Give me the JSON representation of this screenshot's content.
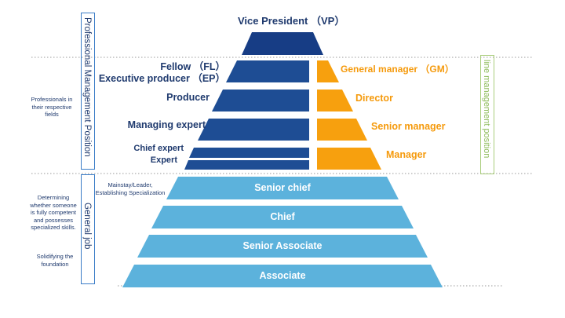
{
  "vp": "Vice President （VP）",
  "professional": {
    "fellow": "Fellow （FL）",
    "executive_producer": "Executive producer （EP）",
    "producer": "Producer",
    "managing_expert": "Managing expert",
    "chief_expert": "Chief expert",
    "expert": "Expert"
  },
  "line_mgmt": {
    "general_manager": "General manager （GM）",
    "director": "Director",
    "senior_manager": "Senior manager",
    "manager": "Manager"
  },
  "general_job": {
    "senior_chief": "Senior chief",
    "chief": "Chief",
    "senior_associate": "Senior Associate",
    "associate": "Associate"
  },
  "side_labels": {
    "professional_management_position": "Professional Management Position",
    "general_job": "General job",
    "line_management_position": "line management position"
  },
  "notes": {
    "professionals": "Professionals in\ntheir respective\nfields",
    "determining": "Determining\nwhether someone\nis fully competent\nand possesses\nspecialized skills.",
    "solidifying": "Solidifying the\nfoundation",
    "mainstay": "Mainstay/Leader,\nEstablishing Specialization"
  },
  "colors": {
    "navy": "#1e4d94",
    "dark_navy": "#173d85",
    "orange": "#f7a00e",
    "light_blue": "#5cb2dc",
    "text_navy": "#1f3a6e",
    "line_green": "#a9cd7c",
    "box_blue": "#3a7cc7"
  }
}
